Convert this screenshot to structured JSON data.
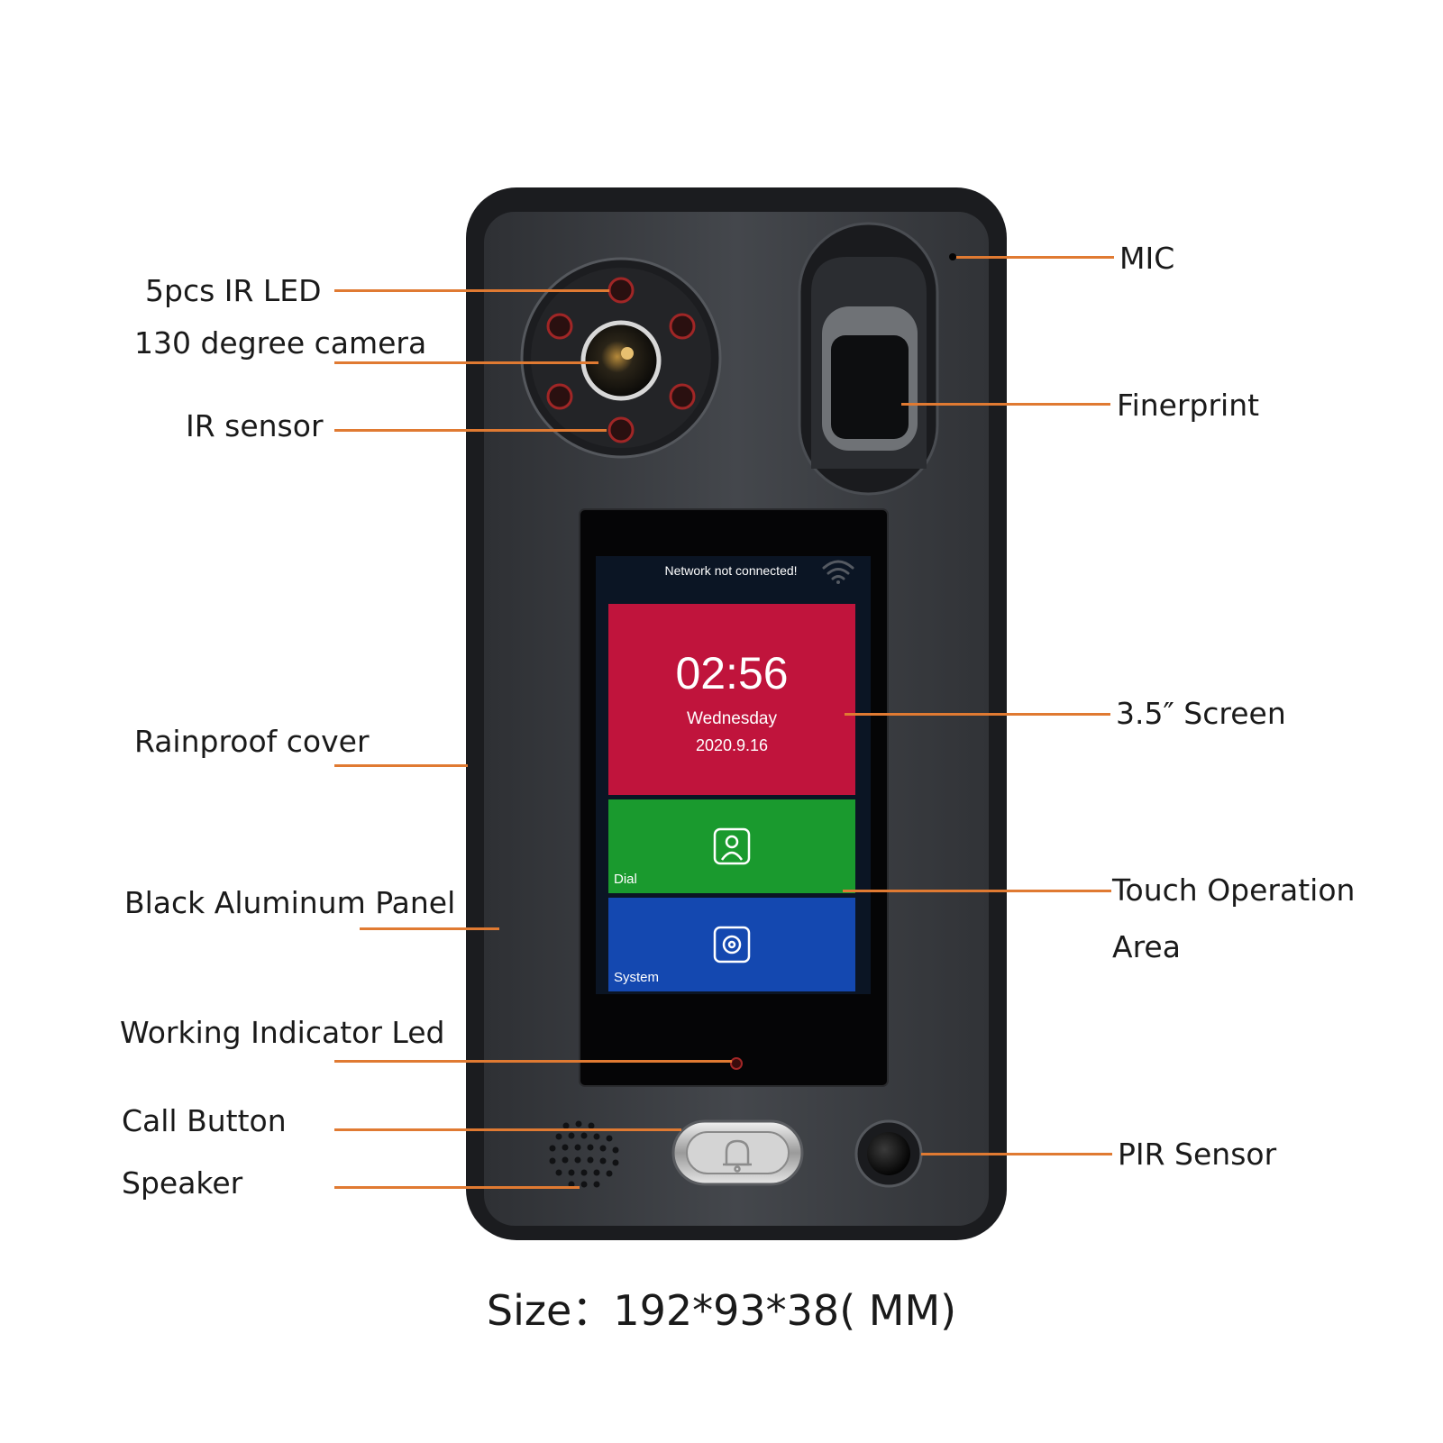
{
  "labels": {
    "ir_led": "5pcs IR LED",
    "camera": "130 degree camera",
    "ir_sensor": "IR sensor",
    "rainproof": "Rainproof cover",
    "panel": "Black Aluminum Panel",
    "indicator": "Working Indicator Led",
    "call_button": "Call Button",
    "speaker": "Speaker",
    "mic": "MIC",
    "fingerprint": "Finerprint",
    "screen": "3.5″ Screen",
    "touch_line1": "Touch Operation",
    "touch_line2": "Area",
    "pir": "PIR Sensor"
  },
  "screen": {
    "status": "Network not connected!",
    "time": "02:56",
    "weekday": "Wednesday",
    "date": "2020.9.16",
    "dial": "Dial",
    "system": "System"
  },
  "caption": "Size：192*93*38( MM)",
  "icons": [
    "wifi-icon",
    "contact-icon",
    "gear-icon",
    "bell-icon"
  ],
  "colors": {
    "leader": "#e07a32",
    "tile_clock": "#c0143c",
    "tile_dial": "#1a9a2e",
    "tile_system": "#1448b0",
    "panel": "#3a3d42"
  }
}
